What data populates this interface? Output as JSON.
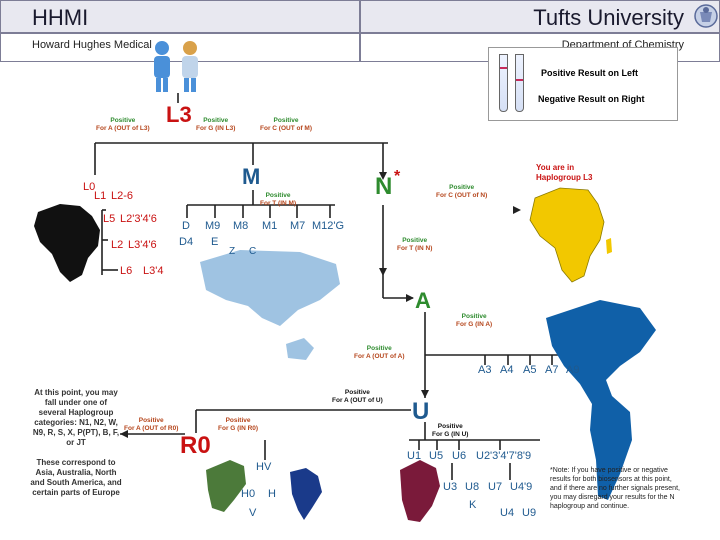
{
  "header": {
    "left_title": "HHMI",
    "right_title": "Tufts University",
    "left_sub": "Howard Hughes Medical",
    "right_sub": "Department of Chemistry"
  },
  "legend": {
    "positive": "Positive Result on Left",
    "negative": "Negative Result on Right"
  },
  "nodes": {
    "L3": "L3",
    "M": "M",
    "N": "N",
    "N_star": "*",
    "A": "A",
    "U": "U",
    "R0": "R0"
  },
  "results": {
    "l3_left": [
      "Positive",
      "For A (OUT of L3)"
    ],
    "l3_right": [
      "Positive",
      "For G (IN L3)"
    ],
    "l3_far": [
      "Positive",
      "For C (OUT of M)"
    ],
    "m_in": [
      "Positive",
      "For T (IN M)"
    ],
    "n_out": [
      "Positive",
      "For C (OUT of N)"
    ],
    "n_in": [
      "Positive",
      "For T (IN N)"
    ],
    "a_in": [
      "Positive",
      "For G (IN A)"
    ],
    "a_out": [
      "Positive",
      "For A (OUT of A)"
    ],
    "u_out": [
      "Positive",
      "For A (OUT of U)"
    ],
    "u_in": [
      "Positive",
      "For G (IN U)"
    ],
    "r0_out": [
      "Positive",
      "For A (OUT of R0)"
    ],
    "r0_in": [
      "Positive",
      "For G (IN R0)"
    ]
  },
  "haplogroups": {
    "africa": [
      "L0",
      "L1",
      "L2-6",
      "L5",
      "L2'3'4'6",
      "L2",
      "L3'4'6",
      "L6",
      "L3'4"
    ],
    "m": [
      "D",
      "M9",
      "M8",
      "M1",
      "M7",
      "M12'G",
      "D4",
      "E",
      "Z",
      "C"
    ],
    "a": [
      "A3",
      "A4",
      "A5",
      "A7",
      "A9"
    ],
    "u": [
      "U1",
      "U5",
      "U6",
      "U2'3'4'7'8'9",
      "U3",
      "U8",
      "U7",
      "U4'9",
      "K",
      "U4",
      "U9"
    ],
    "r0": [
      "HV",
      "H0",
      "H",
      "V"
    ]
  },
  "notes": {
    "you_are": "You are in Haplogroup L3",
    "left_1": "At this point, you may fall under one of several Haplogroup categories: N1, N2, W, N9, R, S, X, P(PT), B, F, or JT",
    "left_2": "These correspond to Asia, Australia, North and South America, and certain parts of Europe",
    "right": "*Note: If you have positive or negative results for both biosensors at this point, and if there are no further signals present, you may disregard your results for the N haplogroup and continue."
  },
  "colors": {
    "positive": "#2e8b2e",
    "node_red": "#c91212",
    "node_blue": "#1f5a8f",
    "africa_l3": "#f2c800",
    "americas": "#1060a8",
    "europe": "#7a1a3a",
    "india": "#1a3a8a"
  }
}
